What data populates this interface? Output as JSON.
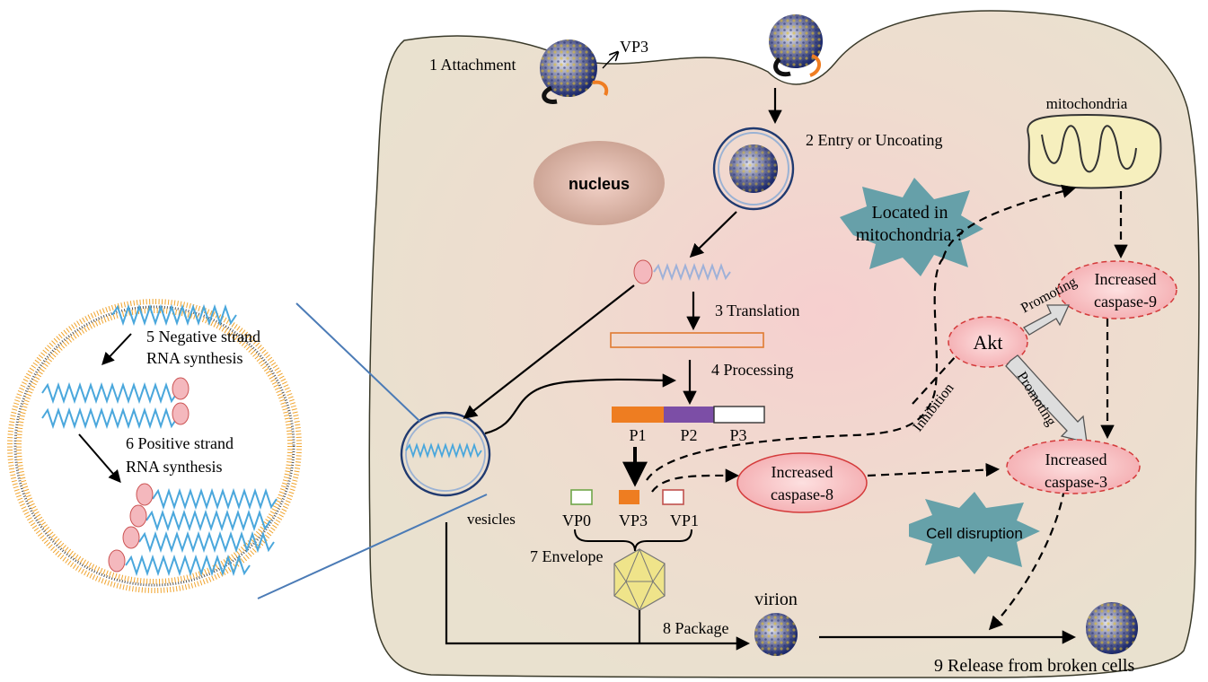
{
  "colors": {
    "cell_fill": "#e9e1cf",
    "cell_glow": "#f6cfcf",
    "cell_stroke": "#3a3a2a",
    "nucleus": "#cfa8a0",
    "rna": "#4aa7dc",
    "ribosome": "#f4b8bd",
    "caspase_fill": "#f7b9bb",
    "caspase_stroke": "#d43a3a",
    "star": "#4e97a2",
    "p1": "#ee7d21",
    "p2": "#7c4ea6",
    "vp0": "#70a64a",
    "vp3": "#ee7d21",
    "vp1": "#c0504d",
    "mito_fill": "#f6efbe",
    "capsid_fill": "#efe48a",
    "zoom_line": "#4b7bb6",
    "membrane_bead": "#f0a32c"
  },
  "labels": {
    "attachment": "1 Attachment",
    "vp3_top": "VP3",
    "entry": "2 Entry or Uncoating",
    "nucleus": "nucleus",
    "translation": "3 Translation",
    "processing": "4 Processing",
    "negative_strand_1": "5 Negative strand",
    "negative_strand_2": "RNA synthesis",
    "positive_strand_1": "6 Positive strand",
    "positive_strand_2": "RNA synthesis",
    "vesicles": "vesicles",
    "p1": "P1",
    "p2": "P2",
    "p3": "P3",
    "vp0": "VP0",
    "vp3": "VP3",
    "vp1": "VP1",
    "envelope": "7 Envelope",
    "package": "8 Package",
    "virion": "virion",
    "release": "9 Release from broken cells",
    "mitochondria": "mitochondria",
    "located_1": "Located in",
    "located_2": "mitochondria ?",
    "akt": "Akt",
    "promoting_1": "Promoting",
    "promoting_2": "Promoting",
    "inhibition": "Inhibition",
    "caspase9_1": "Increased",
    "caspase9_2": "caspase-9",
    "caspase8_1": "Increased",
    "caspase8_2": "caspase-8",
    "caspase3_1": "Increased",
    "caspase3_2": "caspase-3",
    "cell_disruption": "Cell disruption"
  }
}
